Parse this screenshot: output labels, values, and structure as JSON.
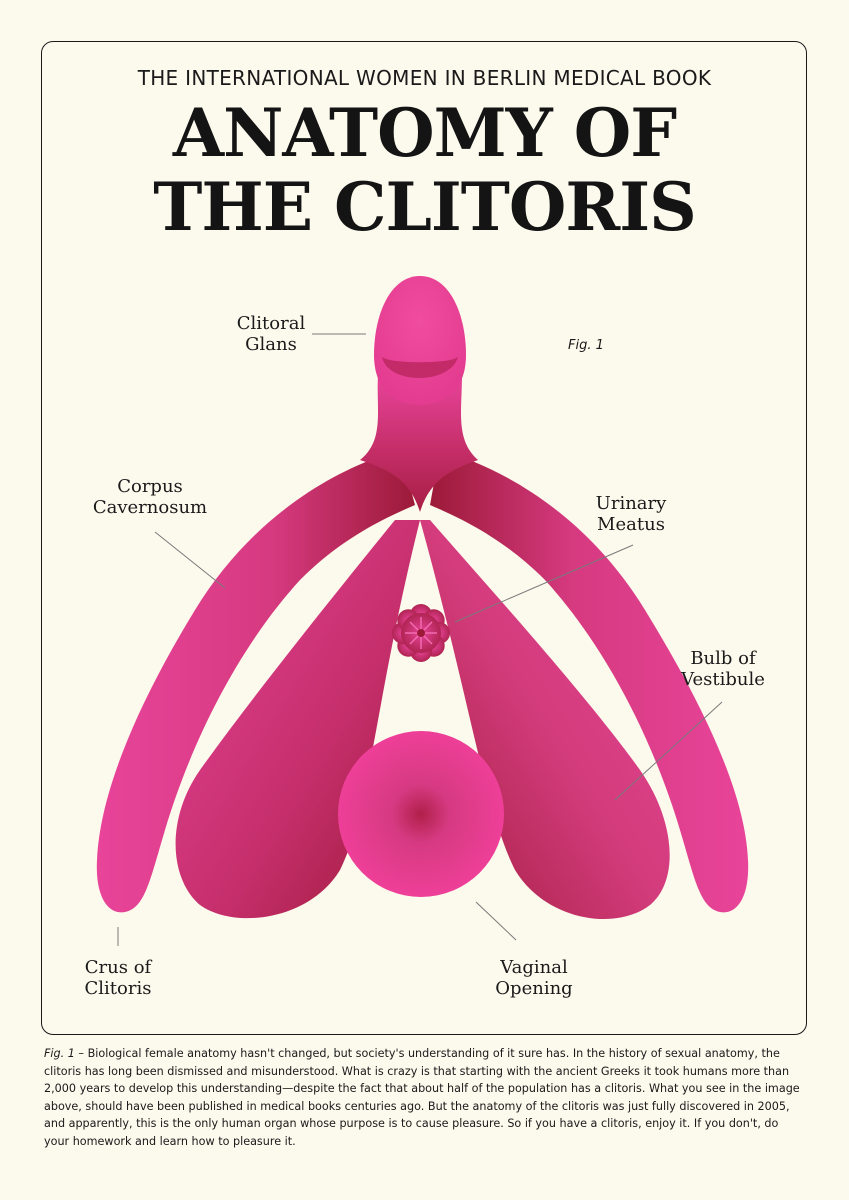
{
  "header": {
    "subtitle": "THE INTERNATIONAL WOMEN IN BERLIN MEDICAL BOOK",
    "title_line1": "ANATOMY OF",
    "title_line2": "THE CLITORIS"
  },
  "figure": {
    "fig_label": "Fig. 1",
    "labels": {
      "clitoral_glans": [
        "Clitoral",
        "Glans"
      ],
      "corpus_cavernosum": [
        "Corpus",
        "Cavernosum"
      ],
      "urinary_meatus": [
        "Urinary",
        "Meatus"
      ],
      "bulb_of_vestibule": [
        "Bulb of",
        "Vestibule"
      ],
      "crus_of_clitoris": [
        "Crus of",
        "Clitoris"
      ],
      "vaginal_opening": [
        "Vaginal",
        "Opening"
      ]
    },
    "colors": {
      "light_pink": "#e8449a",
      "dark_crimson": "#9c1a38",
      "glans_pink": "#ee3f98"
    }
  },
  "caption": {
    "fig_ref": "Fig. 1",
    "text": " – Biological female anatomy hasn't changed, but society's understanding of it sure has. In the history of sexual anatomy, the clitoris has long been dismissed and misunderstood. What is crazy is that starting with the ancient Greeks it took humans more than 2,000 years to develop this understanding—despite the fact that about half of the population has a clitoris. What you see in the image above, should have been published in medical books centuries ago. But the anatomy of the clitoris was just fully discovered in 2005, and apparently, this is the only human organ whose purpose is to cause pleasure. So if you have a clitoris, enjoy it. If you don't, do your homework and learn how to pleasure it."
  }
}
